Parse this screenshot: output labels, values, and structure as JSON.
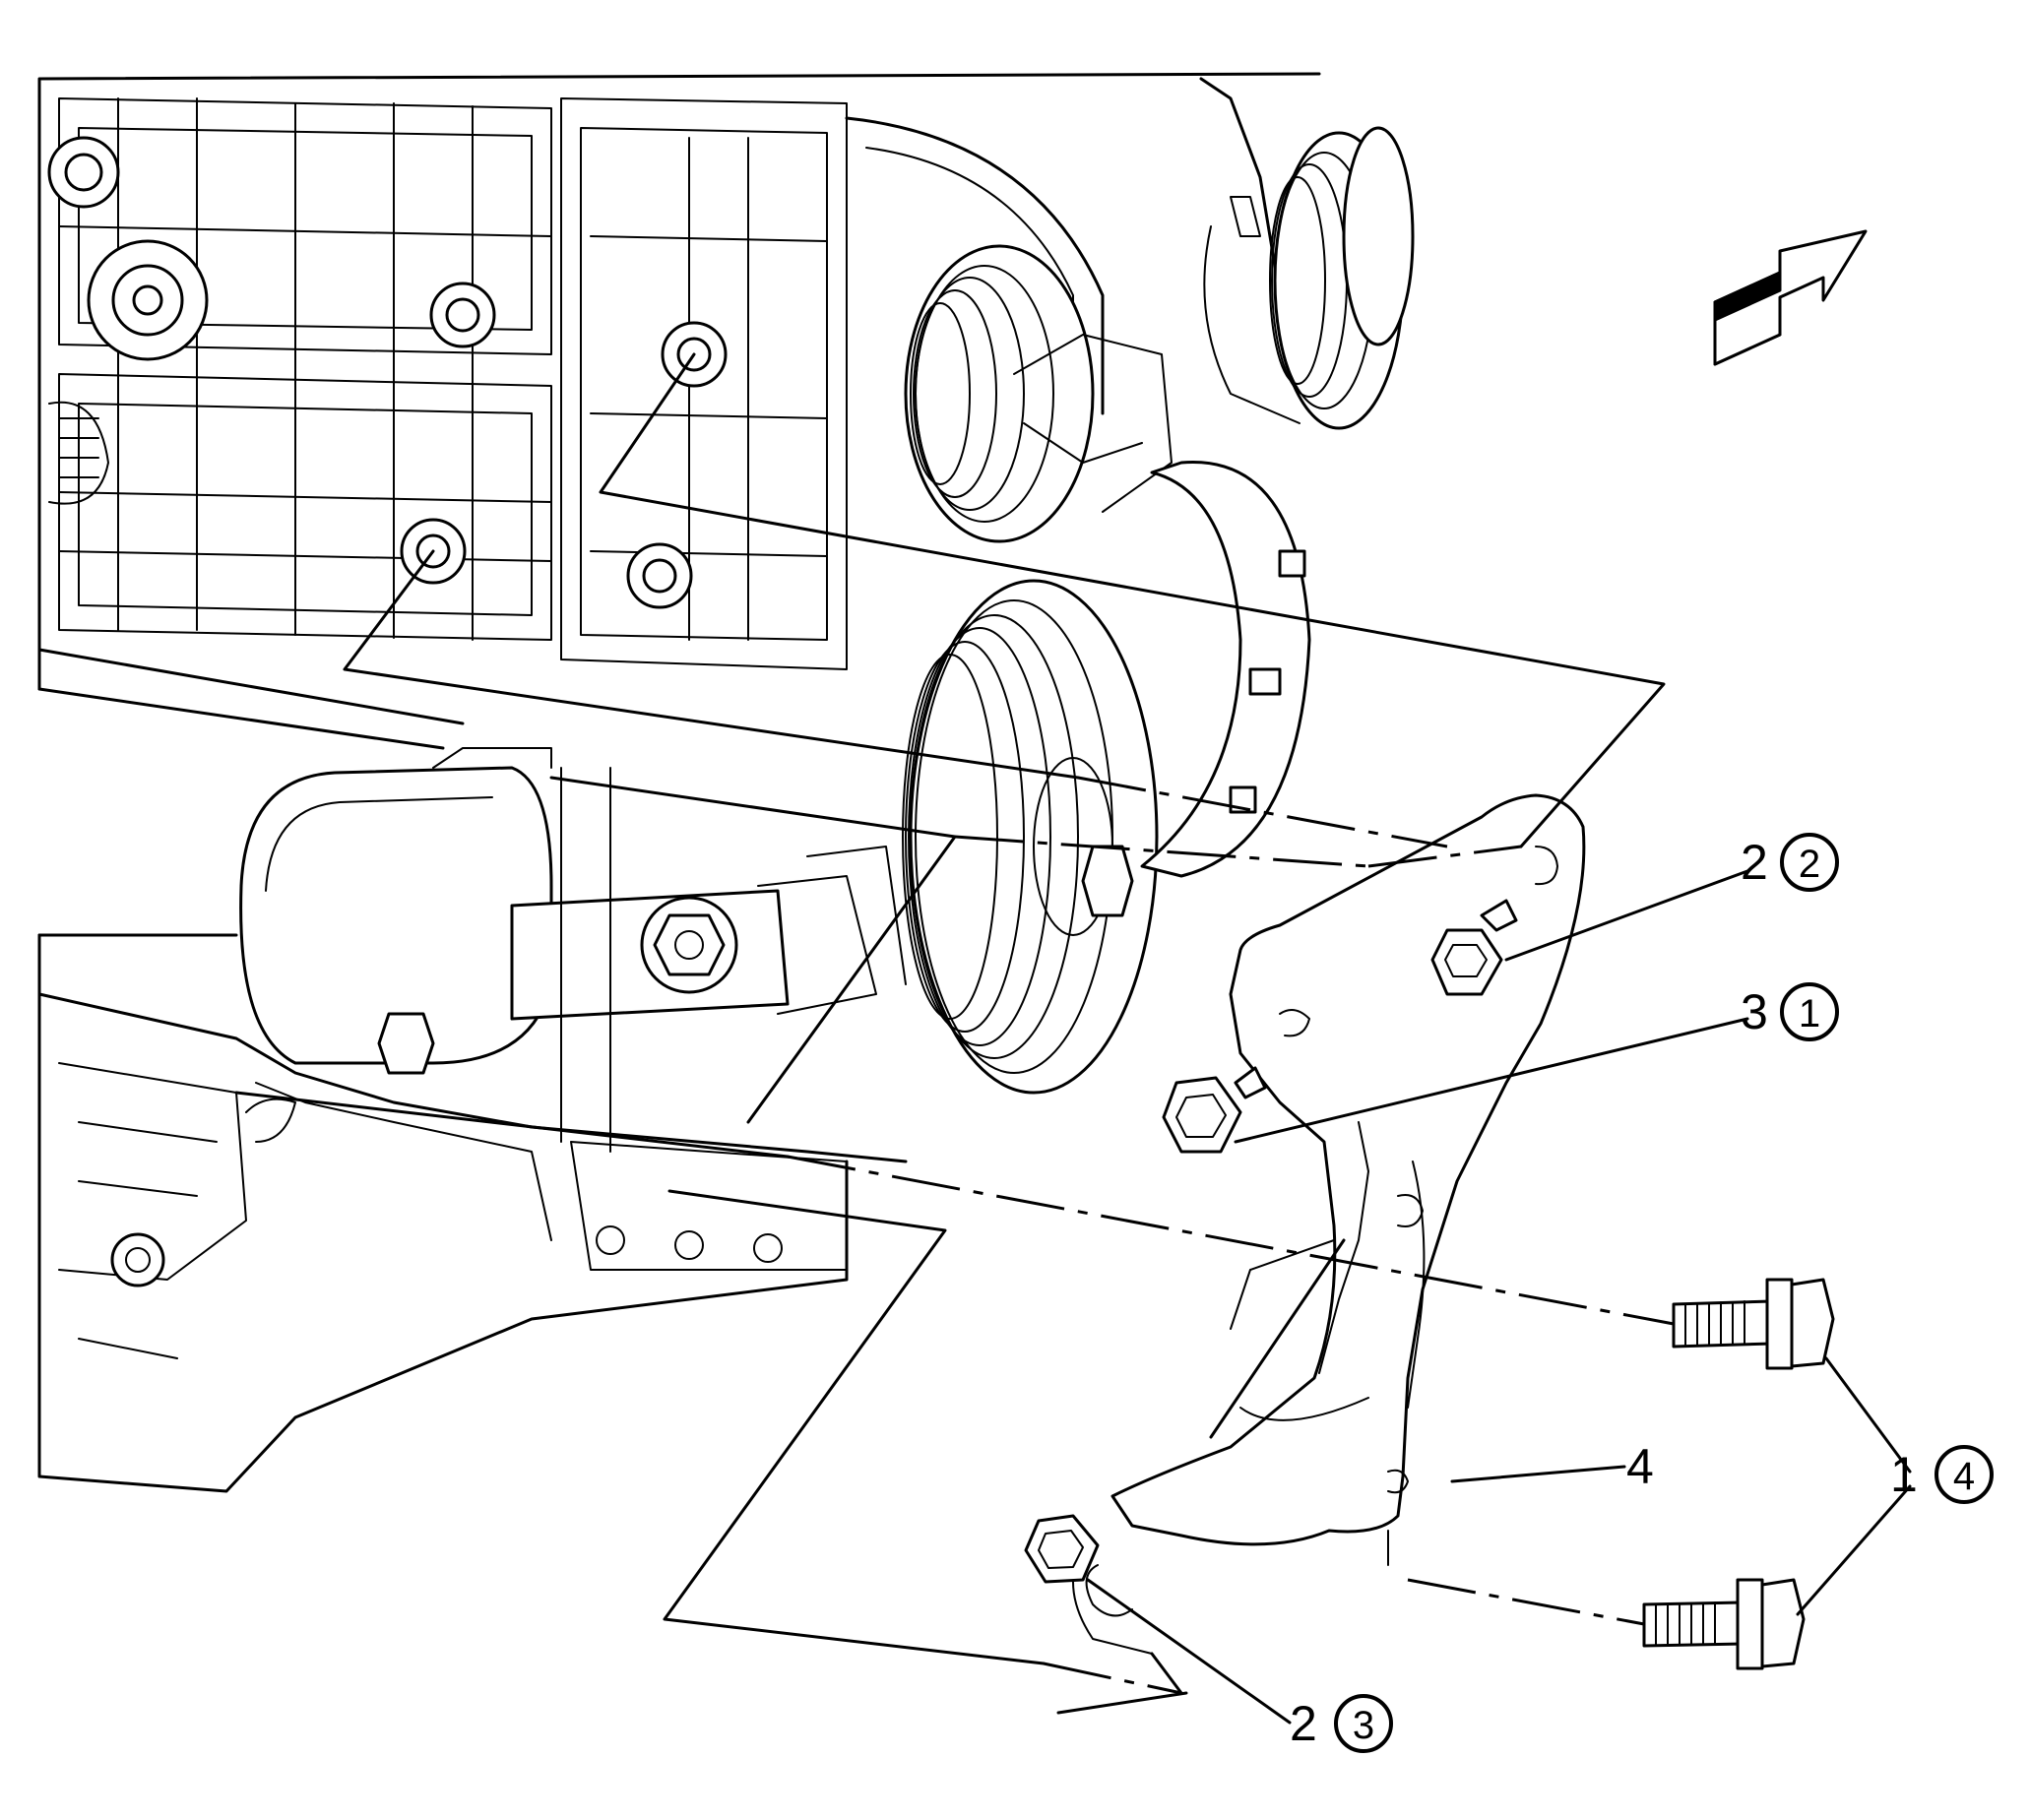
{
  "callouts": [
    {
      "number": "2",
      "step": "2"
    },
    {
      "number": "3",
      "step": "1"
    },
    {
      "number": "1",
      "step": "4"
    },
    {
      "number": "4"
    },
    {
      "number": "2",
      "step": "3"
    }
  ],
  "icons": {
    "direction_arrow": "front-of-vehicle-arrow-icon"
  }
}
